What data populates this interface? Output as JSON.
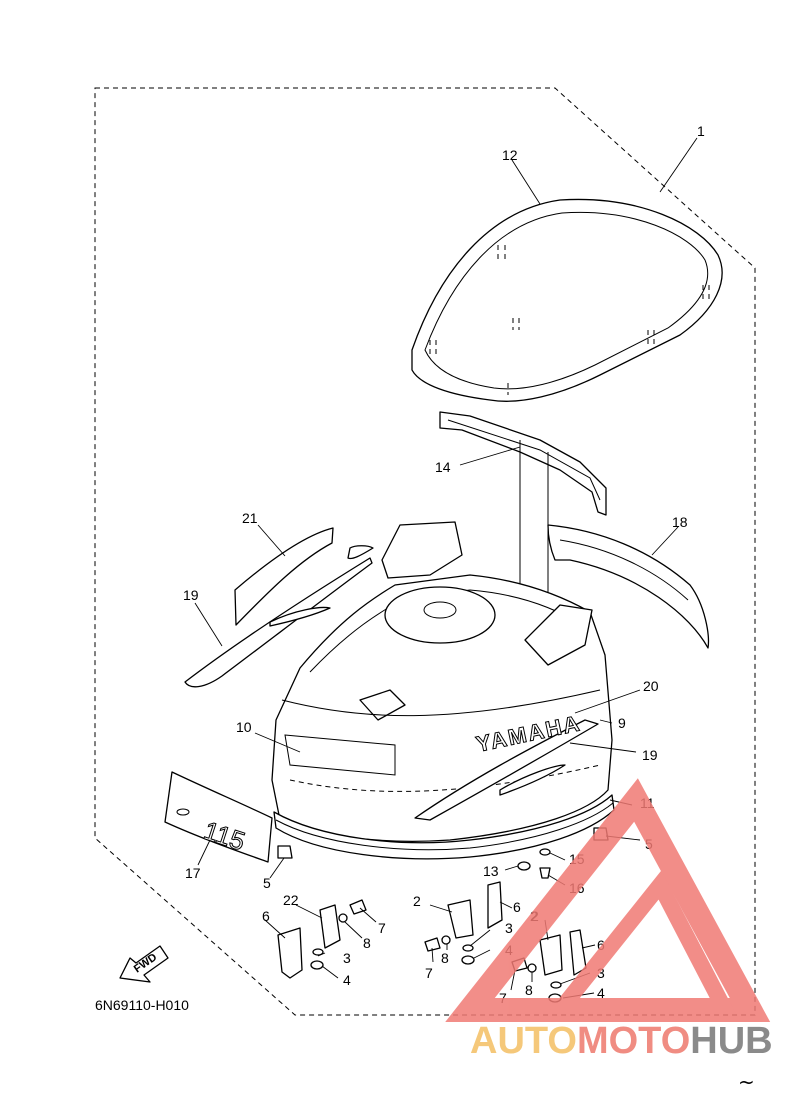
{
  "diagram_code": "6N69110-H010",
  "fwd_arrow_label": "FWD",
  "cowling_brand_text": "YAMAHA",
  "apron_model_text": "115",
  "watermark": {
    "part1": "AUTO",
    "part2": "MOTO",
    "part3": "HUB",
    "color_auto": "#f5c87a",
    "color_moto": "#f08c82",
    "color_hub": "#8a8a8a",
    "triangle_color": "#f07a74"
  },
  "trailing_glyph": "~",
  "callouts": [
    "1",
    "12",
    "14",
    "21",
    "18",
    "19",
    "20",
    "9",
    "10",
    "19",
    "11",
    "5",
    "17",
    "15",
    "13",
    "16",
    "5",
    "2",
    "22",
    "6",
    "7",
    "8",
    "3",
    "4",
    "2",
    "6",
    "3",
    "4",
    "7",
    "8",
    "2",
    "6",
    "3",
    "4",
    "7",
    "8"
  ]
}
